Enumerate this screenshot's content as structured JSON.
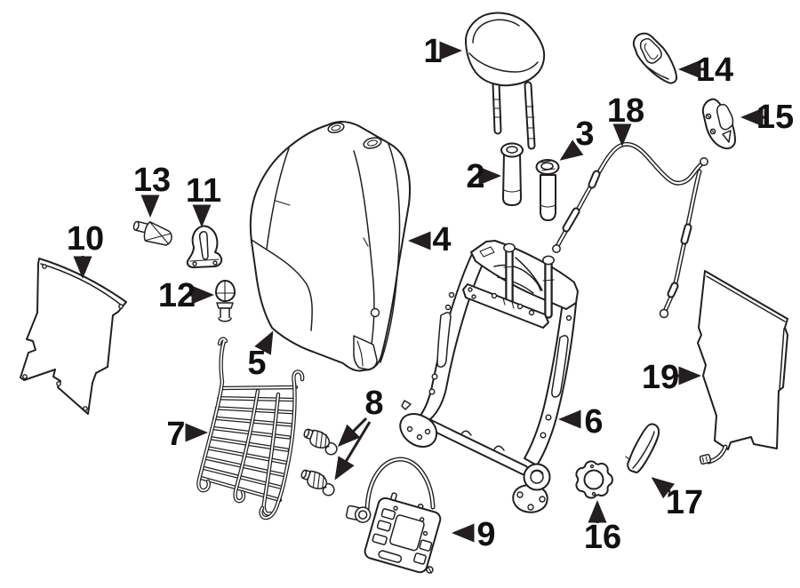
{
  "diagram": {
    "kind": "exploded-parts-diagram-seat-back",
    "background_color": "#ffffff",
    "line_color": "#231f20",
    "label_color": "#111111",
    "callouts": {
      "c1": "1",
      "c2": "2",
      "c3": "3",
      "c4": "4",
      "c5": "5",
      "c6": "6",
      "c7": "7",
      "c8": "8",
      "c9": "9",
      "c10": "10",
      "c11": "11",
      "c12": "12",
      "c13": "13",
      "c14": "14",
      "c15": "15",
      "c16": "16",
      "c17": "17",
      "c18": "18",
      "c19": "19"
    }
  }
}
